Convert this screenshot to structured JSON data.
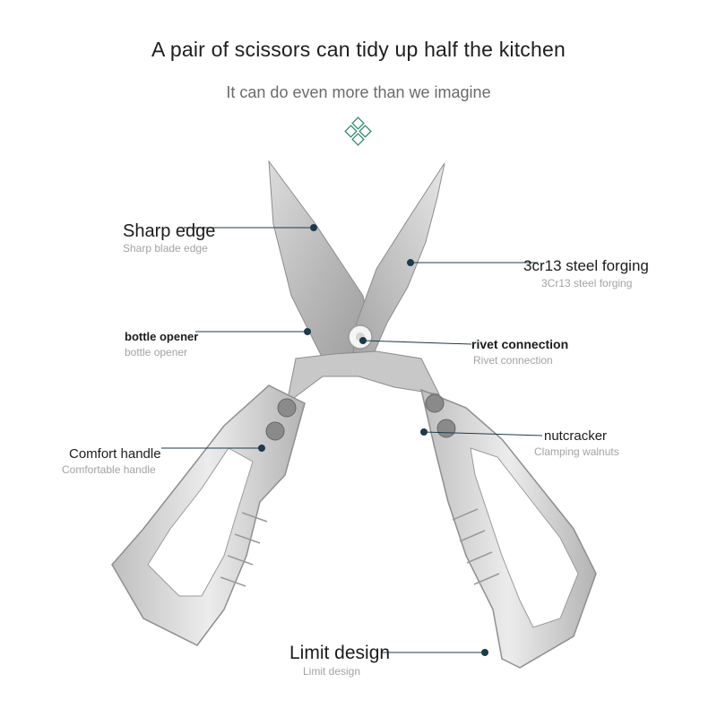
{
  "header": {
    "headline": "A pair of scissors can tidy up half the kitchen",
    "subline": "It can do even more than we imagine"
  },
  "callouts": {
    "sharp_edge": {
      "label": "Sharp edge",
      "sub": "Sharp blade edge"
    },
    "steel": {
      "label": "3cr13 steel forging",
      "sub": "3Cr13 steel forging"
    },
    "opener": {
      "label": "bottle opener",
      "sub": "bottle opener"
    },
    "rivet": {
      "label": "rivet connection",
      "sub": "Rivet connection"
    },
    "comfort": {
      "label": "Comfort handle",
      "sub": "Comfortable handle"
    },
    "nutcracker": {
      "label": "nutcracker",
      "sub": "Clamping walnuts"
    },
    "limit": {
      "label": "Limit design",
      "sub": "Limit design"
    }
  },
  "colors": {
    "accent_green": "#2f8a6a",
    "leader_line": "#1d3b4a",
    "steel_light": "#e4e4e4",
    "steel_mid": "#bdbdbd",
    "steel_dark": "#8c8c8c"
  },
  "icons": {
    "header_ornament": "diamond-cluster-icon",
    "callout_marker": "dot-marker-icon"
  }
}
